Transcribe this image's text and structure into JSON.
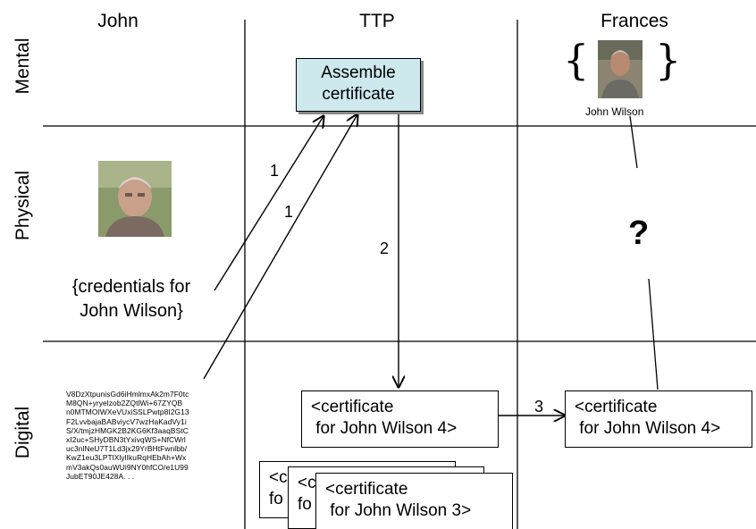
{
  "columns": {
    "john": "John",
    "ttp": "TTP",
    "frances": "Frances"
  },
  "rows": {
    "mental": "Mental",
    "physical": "Physical",
    "digital": "Digital"
  },
  "assemble_box": {
    "line1": "Assemble",
    "line2": "certificate"
  },
  "arrow_labels": {
    "a1": "1",
    "a2": "1",
    "a3": "2",
    "a4": "3"
  },
  "credentials": {
    "line1": "{credentials for",
    "line2": "John Wilson}"
  },
  "digital_blob": "V8DzXtpunisGd6iHmlmxAk2m7F0tc\nM8QN+yryelzob2ZQtlWi+67ZYQB\nn0MTMOIWXeVUxiSSLPwtp8I2G13\nF2LvvbajaBABviycV7wzHaKadVy1i\nS/X/tmjzHMGK2B2KG6Kf3aaqBStC\nxI2uc+SHyDBN3tYxivqWS+NfCWrl\nuc3nlNeU7T1Ld3jx29YrBHtFwnlbb/\nKwZ1eu3LPTlXlylIkuRqHEbAh+Wx\nmV3akQs0auWUi9NY0hfCO/e1U99\nJubET90JE428A. . .",
  "certificates": {
    "ttp_cert": {
      "line1": "<certificate",
      "line2": " for John Wilson 4>"
    },
    "frances_cert": {
      "line1": "<certificate",
      "line2": " for John Wilson 4>"
    },
    "stack_back2": {
      "line1": "<c",
      "line2": "fo"
    },
    "stack_back1": {
      "line1": "<c",
      "line2": "fo"
    },
    "stack_front": {
      "line1": "<certificate",
      "line2": " for John Wilson 3>"
    }
  },
  "frances_mental": {
    "caption": "John Wilson"
  },
  "question": "?",
  "colors": {
    "assemble_fill": "#cde9ee",
    "lines": "#000000"
  }
}
